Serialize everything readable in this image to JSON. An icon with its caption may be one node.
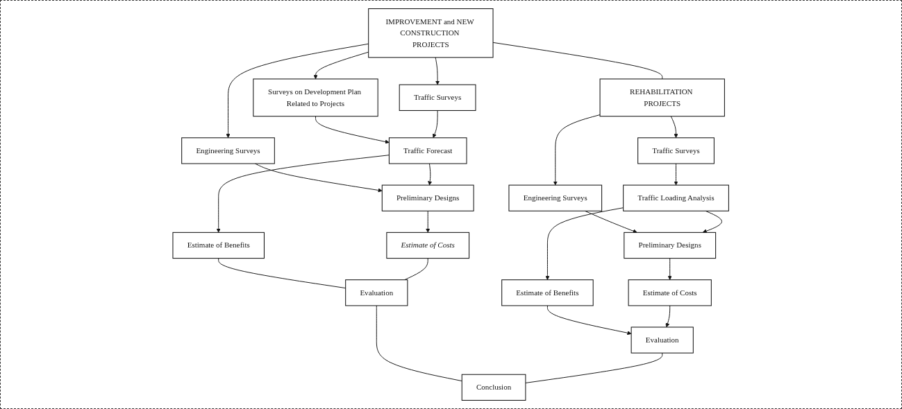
{
  "diagram": {
    "nodes": [
      {
        "text": [
          "IMPROVEMENT and NEW CONSTRUCTION PROJECTS"
        ]
      },
      {
        "text": [
          "REHABILITATION PROJECTS"
        ]
      },
      {
        "text": [
          "Surveys on Development Plan Related to Projects"
        ]
      },
      {
        "text": [
          "Traffic Surveys"
        ]
      },
      {
        "text": [
          "Engineering Surveys"
        ]
      },
      {
        "text": [
          "Traffic Surveys"
        ]
      },
      {
        "text": [
          "Engineering Surveys"
        ]
      },
      {
        "text": [
          "Traffic Forecast"
        ]
      },
      {
        "text": [
          "Preliminary Designs"
        ]
      },
      {
        "text": [
          "Traffic Loading Analysis"
        ]
      },
      {
        "text": [
          "Preliminary Designs"
        ]
      },
      {
        "text": [
          "Estimate of Benefits"
        ]
      },
      {
        "text": [
          "Estimate of Costs"
        ]
      },
      {
        "text": [
          "Estimate of Benefits"
        ]
      },
      {
        "text": [
          "Estimate of Costs"
        ]
      },
      {
        "text": [
          "Evaluation"
        ]
      },
      {
        "text": [
          "Evaluation"
        ]
      },
      {
        "text": [
          "Conclusion"
        ]
      }
    ],
    "edges": [
      {
        "from": 0,
        "to": 1,
        "arrow": "none"
      },
      {
        "from": 0,
        "to": 2,
        "arrow": "to"
      },
      {
        "from": 0,
        "to": 3,
        "arrow": "to"
      },
      {
        "from": 0,
        "to": 4,
        "arrow": "to"
      },
      {
        "from": 1,
        "to": 5,
        "arrow": "to"
      },
      {
        "from": 1,
        "to": 6,
        "arrow": "to"
      },
      {
        "from": 2,
        "to": 7,
        "arrow": "to"
      },
      {
        "from": 3,
        "to": 7,
        "arrow": "to"
      },
      {
        "from": 4,
        "to": 8,
        "arrow": "to"
      },
      {
        "from": 7,
        "to": 8,
        "arrow": "to"
      },
      {
        "from": 7,
        "to": 11,
        "arrow": "to"
      },
      {
        "from": 8,
        "to": 12,
        "arrow": "to"
      },
      {
        "from": 5,
        "to": 9,
        "arrow": "to"
      },
      {
        "from": 6,
        "to": 10,
        "arrow": "to"
      },
      {
        "from": 9,
        "to": 10,
        "arrow": "to"
      },
      {
        "from": 9,
        "to": 13,
        "arrow": "to"
      },
      {
        "from": 10,
        "to": 14,
        "arrow": "to"
      },
      {
        "from": 11,
        "to": 15,
        "arrow": "none"
      },
      {
        "from": 12,
        "to": 15,
        "arrow": "none"
      },
      {
        "from": 13,
        "to": 16,
        "arrow": "to"
      },
      {
        "from": 14,
        "to": 16,
        "arrow": "to"
      },
      {
        "from": 15,
        "to": 17,
        "arrow": "none"
      },
      {
        "from": 16,
        "to": 17,
        "arrow": "none"
      }
    ]
  }
}
